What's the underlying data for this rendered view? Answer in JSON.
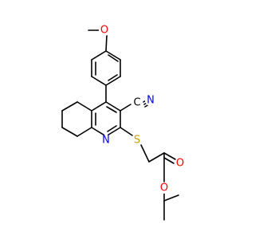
{
  "colors": {
    "bond": "#000000",
    "C": "#000000",
    "N": "#0000ff",
    "O": "#ff0000",
    "S": "#c8a000"
  },
  "labels": {
    "methoxy_oxygen": "O",
    "nitrile_carbon": "C",
    "nitrile_nitrogen": "N",
    "thioether_sulfur": "S",
    "pyridine_nitrogen": "N",
    "carbonyl_oxygen": "O",
    "ester_oxygen": "O"
  }
}
